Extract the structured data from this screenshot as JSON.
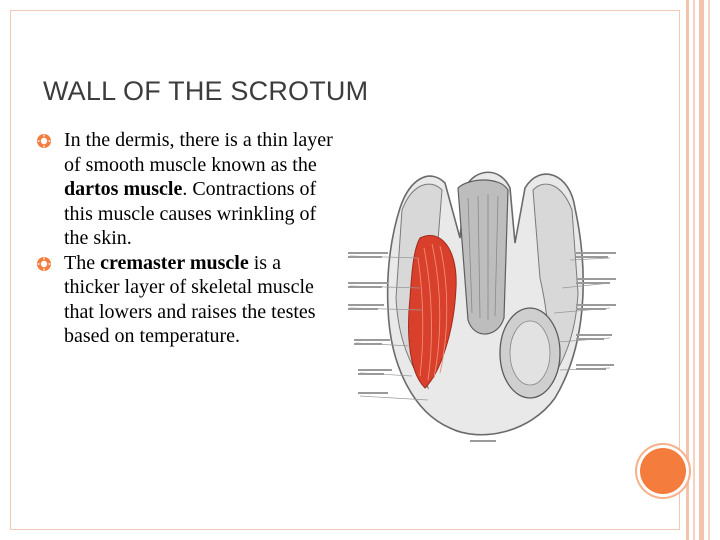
{
  "slide": {
    "title": "WALL OF THE SCROTUM",
    "bullets": [
      {
        "before": "In the dermis, there is a thin layer of smooth muscle known as the ",
        "bold": "dartos muscle",
        "after": ". Contractions of this muscle causes wrinkling of the skin."
      },
      {
        "before": "The ",
        "bold": "cremaster muscle",
        "after": " is a thicker layer of skeletal muscle that lowers and raises the testes based on temperature."
      }
    ]
  },
  "colors": {
    "accent": "#f47c3c",
    "frame": "#f2c8b6",
    "muscle": "#d9402c",
    "title_text": "#3c3c3c"
  },
  "icons": {
    "bullet": "sun-bullet-icon"
  }
}
